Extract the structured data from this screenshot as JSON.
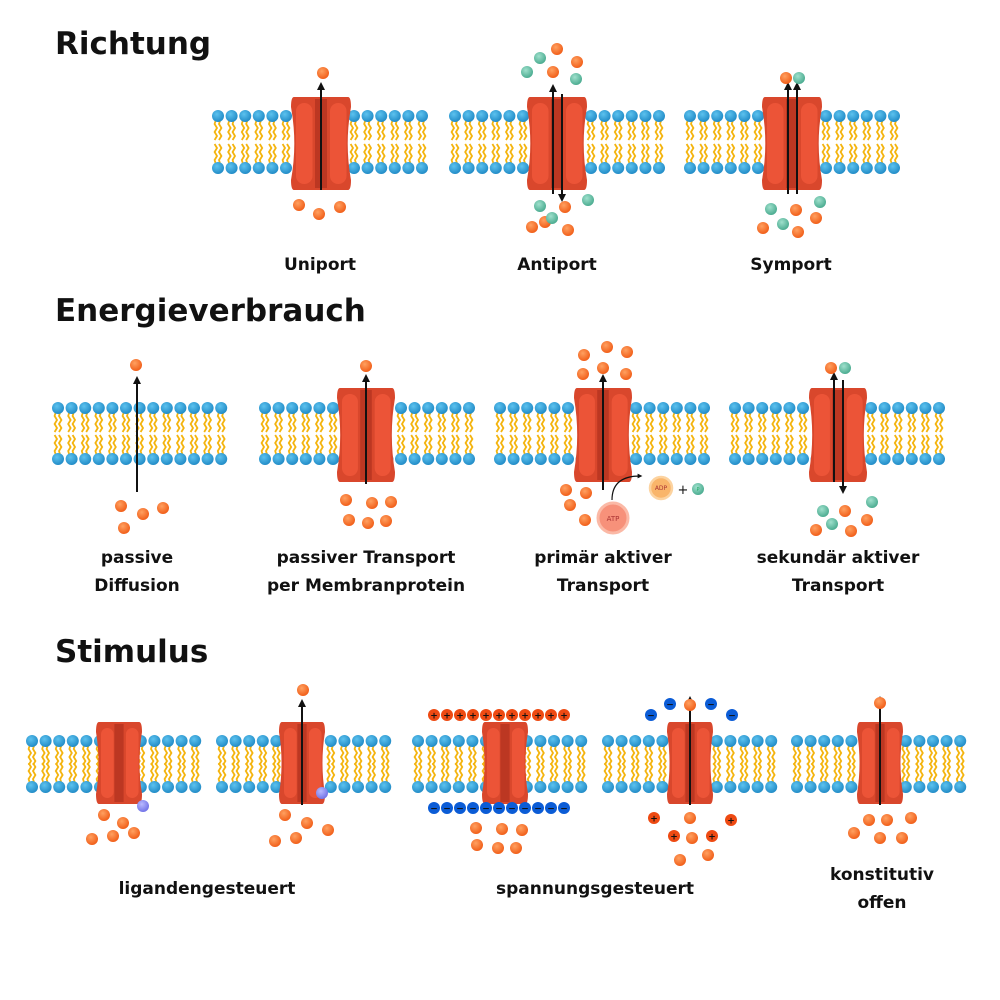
{
  "sections": {
    "direction": {
      "title": "Richtung",
      "labels": [
        "Uniport",
        "Antiport",
        "Symport"
      ]
    },
    "energy": {
      "title": "Energieverbrauch",
      "labels": [
        [
          "passive",
          "Diffusion"
        ],
        [
          "passiver Transport",
          "per Membranprotein"
        ],
        [
          "primär aktiver",
          "Transport"
        ],
        [
          "sekundär aktiver",
          "Transport"
        ]
      ]
    },
    "stimulus": {
      "title": "Stimulus",
      "labels": [
        "ligandengesteuert",
        "spannungsgesteuert",
        [
          "konstitutiv",
          "offen"
        ]
      ]
    }
  },
  "molecules": {
    "atp": "ATP",
    "adp": "ADP",
    "phosphate": "P",
    "plus": "+",
    "cation": "+",
    "anion": "−"
  },
  "colors": {
    "head": "#2a9fd6",
    "tail": "#f4b40e",
    "channel": "#d9472c",
    "channel_light": "#f0583b",
    "channel_dark": "#a92d1c",
    "substrate": "#f26522",
    "cosubstrate": "#5bbfa3",
    "ligand": "#8b8cf0",
    "cation": "#ee4a12",
    "anion": "#0b5cd6"
  }
}
